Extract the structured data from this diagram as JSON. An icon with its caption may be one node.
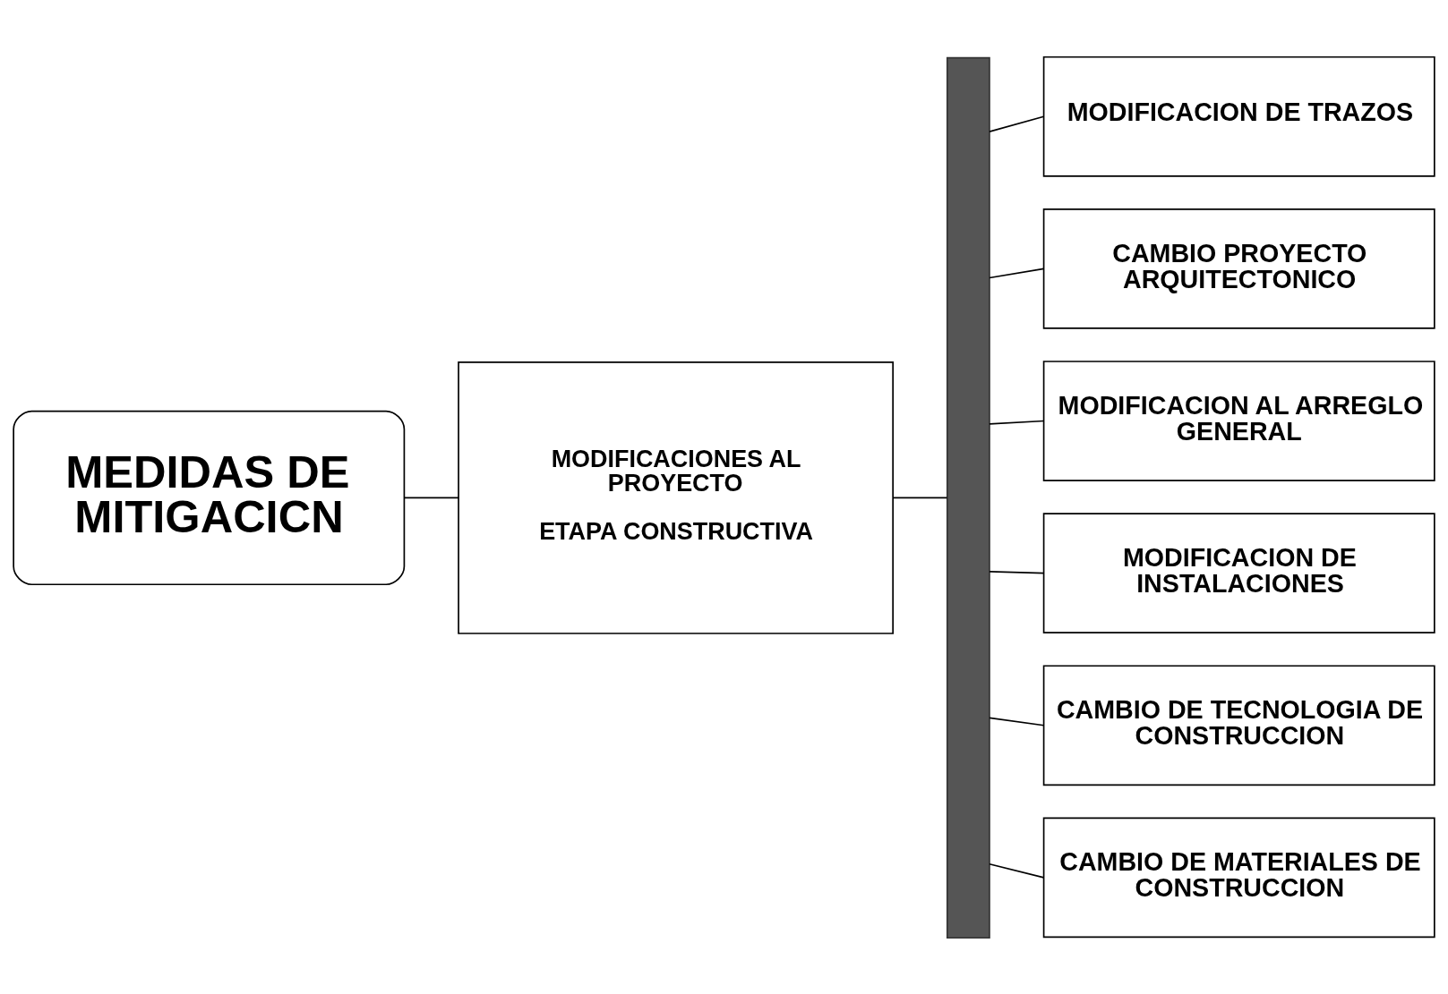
{
  "diagram": {
    "nodes": [
      {
        "text": [
          "MEDIDAS DE MITIGACICN"
        ]
      },
      {
        "text": [
          "MODIFICACIONES AL PROYECTO",
          "ETAPA CONSTRUCTIVA"
        ]
      },
      {
        "text": [],
        "shape": "bar"
      },
      {
        "text": [
          "MODIFICACION DE TRAZOS"
        ]
      },
      {
        "text": [
          "CAMBIO PROYECTO ARQUITECTONICO"
        ]
      },
      {
        "text": [
          "MODIFICACION AL ARREGLO GENERAL"
        ]
      },
      {
        "text": [
          "MODIFICACION DE INSTALACIONES"
        ]
      },
      {
        "text": [
          "CAMBIO DE TECNOLOGIA DE CONSTRUCCION"
        ]
      },
      {
        "text": [
          "CAMBIO DE MATERIALES DE CONSTRUCCION"
        ]
      }
    ],
    "edges": [
      {
        "from": 0,
        "to": 1,
        "arrow": "none"
      },
      {
        "from": 1,
        "to": 2,
        "arrow": "none"
      },
      {
        "from": 2,
        "to": 3,
        "arrow": "none"
      },
      {
        "from": 2,
        "to": 4,
        "arrow": "none"
      },
      {
        "from": 2,
        "to": 5,
        "arrow": "none"
      },
      {
        "from": 2,
        "to": 6,
        "arrow": "none"
      },
      {
        "from": 2,
        "to": 7,
        "arrow": "none"
      },
      {
        "from": 2,
        "to": 8,
        "arrow": "none"
      }
    ]
  }
}
